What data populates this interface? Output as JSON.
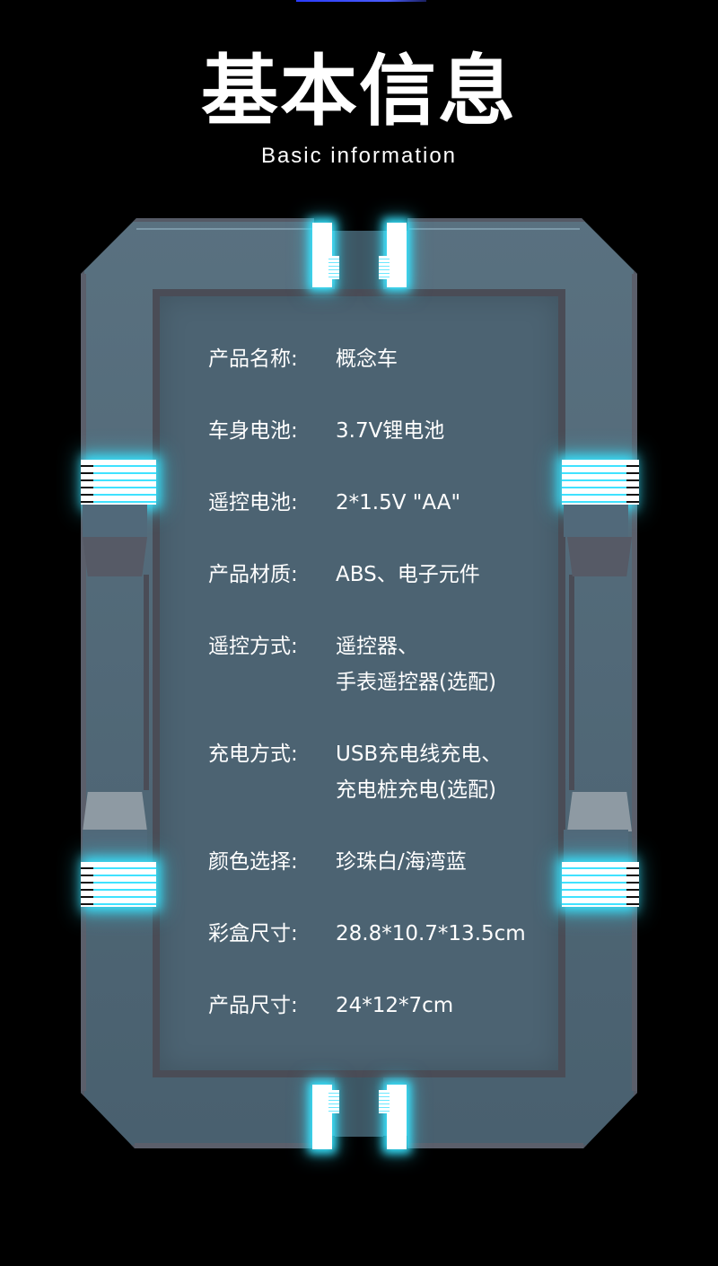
{
  "header": {
    "title": "基本信息",
    "subtitle": "Basic information"
  },
  "colors": {
    "background": "#000000",
    "frame": "#4f6878",
    "panel": "#4c6372",
    "frame_edge": "#4a4c56",
    "glow": "#38e4ff",
    "text": "#ffffff"
  },
  "specs": [
    {
      "label": "产品名称:",
      "value": "概念车",
      "value2": ""
    },
    {
      "label": "车身电池:",
      "value": "3.7V锂电池",
      "value2": ""
    },
    {
      "label": "遥控电池:",
      "value": "2*1.5V \"AA\"",
      "value2": ""
    },
    {
      "label": "产品材质:",
      "value": "ABS、电子元件",
      "value2": ""
    },
    {
      "label": "遥控方式:",
      "value": "遥控器、",
      "value2": "手表遥控器(选配)"
    },
    {
      "label": "充电方式:",
      "value": "USB充电线充电、",
      "value2": "充电桩充电(选配)"
    },
    {
      "label": "颜色选择:",
      "value": "珍珠白/海湾蓝",
      "value2": ""
    },
    {
      "label": "彩盒尺寸:",
      "value": "28.8*10.7*13.5cm",
      "value2": ""
    },
    {
      "label": "产品尺寸:",
      "value": "24*12*7cm",
      "value2": ""
    }
  ]
}
